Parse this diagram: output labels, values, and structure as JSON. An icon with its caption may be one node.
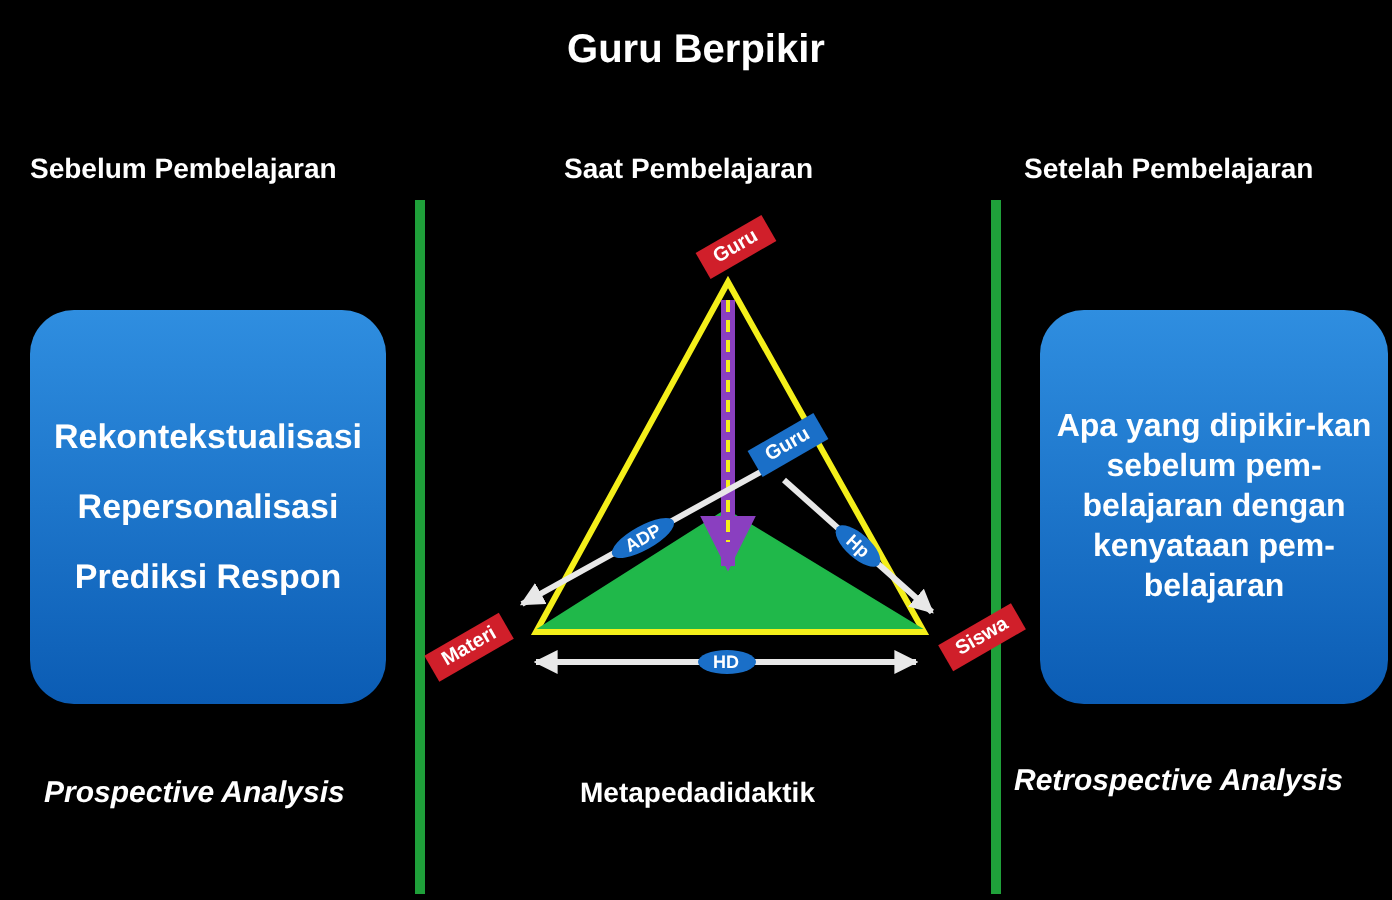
{
  "diagram": {
    "title": "Guru Berpikir",
    "nodes": [
      {
        "text": [
          "Rekontekstualisasi",
          "Repersonalisasi",
          "Prediksi Respon"
        ]
      },
      {
        "text": [
          "Guru"
        ]
      },
      {
        "text": [
          "Guru"
        ]
      },
      {
        "text": [],
        "shape": "triangle"
      },
      {
        "text": [
          "Materi"
        ]
      },
      {
        "text": [
          "Siswa"
        ]
      },
      {
        "text": [
          "Apa yang dipikir-kan sebelum pem-belajaran dengan kenyataan pem-belajaran"
        ]
      }
    ],
    "edges": [
      {
        "from": 1,
        "to": 3,
        "arrow": "to",
        "style": "thick",
        "color": "#8a3fc0"
      },
      {
        "from": 2,
        "to": 4,
        "arrow": "to",
        "label": "ADP"
      },
      {
        "from": 2,
        "to": 5,
        "arrow": "to",
        "label": "Hp"
      },
      {
        "from": 4,
        "to": 5,
        "arrow": "both",
        "label": "HD"
      }
    ],
    "labels": [
      "Sebelum Pembelajaran",
      "Saat Pembelajaran",
      "Setelah Pembelajaran",
      "Prospective Analysis",
      "Metapedadidaktik",
      "Retrospective Analysis"
    ]
  }
}
